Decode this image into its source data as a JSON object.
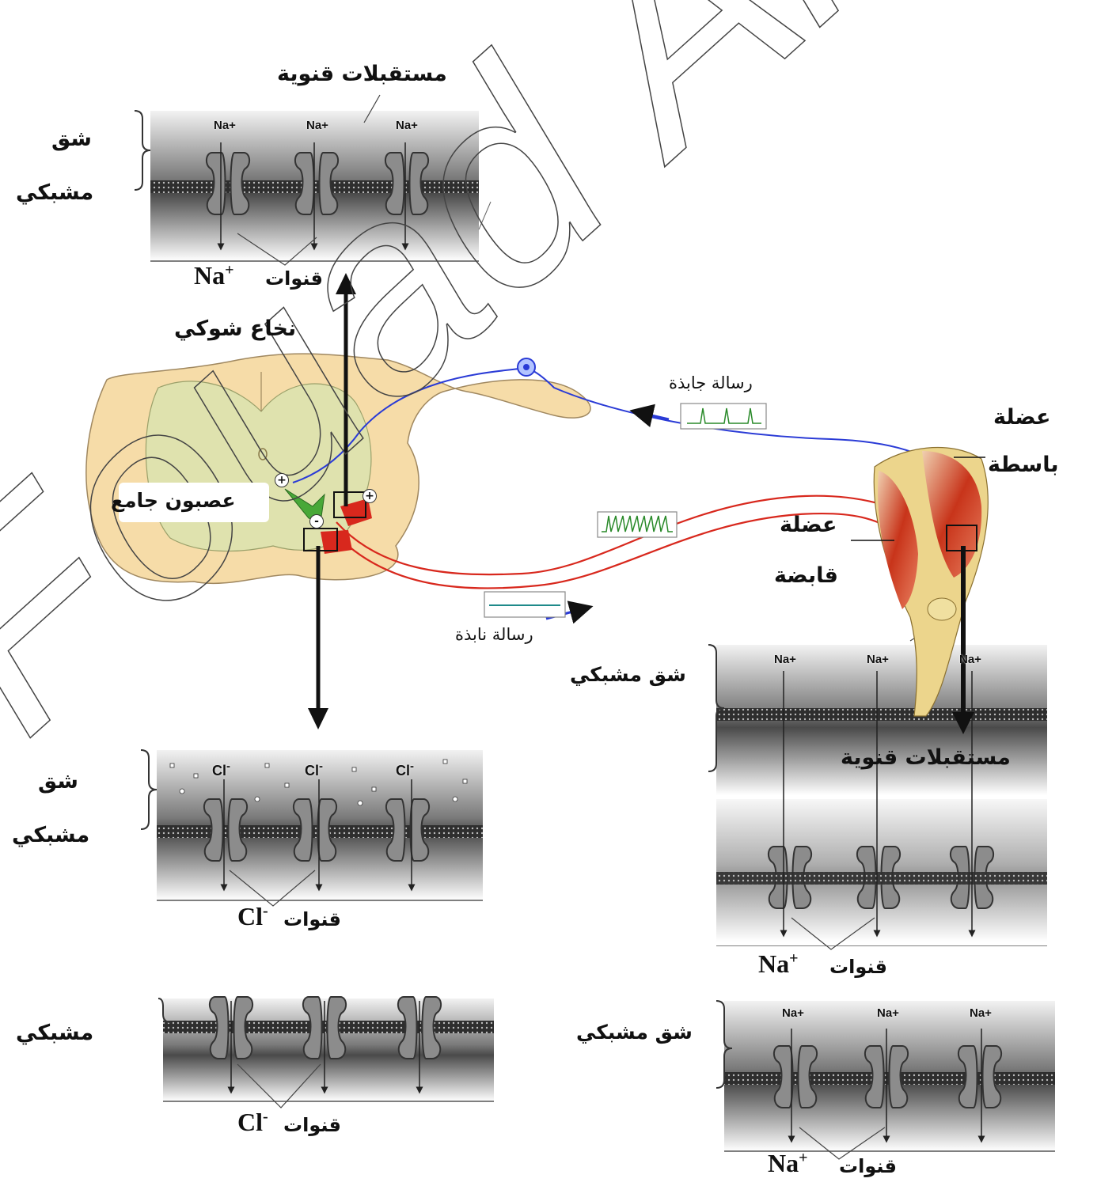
{
  "labels": {
    "receptors_top": "مستقبلات قنوية",
    "receptors_right": "مستقبلات قنوية",
    "cleft_top_1": "شق",
    "cleft_top_2": "مشبكي",
    "cleft_mid_1": "شق",
    "cleft_mid_2": "مشبكي",
    "cleft_bottom_left": "مشبكي",
    "cleft_right_1": "شق مشبكي",
    "cleft_right_2": "شق مشبكي",
    "channels_word": "قنوات",
    "spinal_cord": "نخاع شوكي",
    "interneuron": "عصبون جامع",
    "afferent_message": "رسالة جابذة",
    "efferent_message": "رسالة نابذة",
    "extensor_1": "عضلة",
    "extensor_2": "باسطة",
    "flexor_1": "عضلة",
    "flexor_2": "قابضة",
    "watermark": "Fouad Ait"
  },
  "ions": {
    "na_text": "Na+",
    "na_channel_main": "Na",
    "na_sup": "+",
    "cl_text": "Cl",
    "cl_sup": "-",
    "cl_channel_main": "Cl",
    "cl_channel_sup": "-"
  },
  "signs": {
    "plus": "+",
    "minus": "-"
  },
  "colors": {
    "spinal_cord": "#f6dca8",
    "grey_matter": "#dfe2ae",
    "afferent_nerve": "#2a3bd6",
    "efferent_nerve": "#d8281d",
    "inter_neuron": "#48a838",
    "muscle": "#c8341a",
    "bone": "#ecd58c"
  }
}
